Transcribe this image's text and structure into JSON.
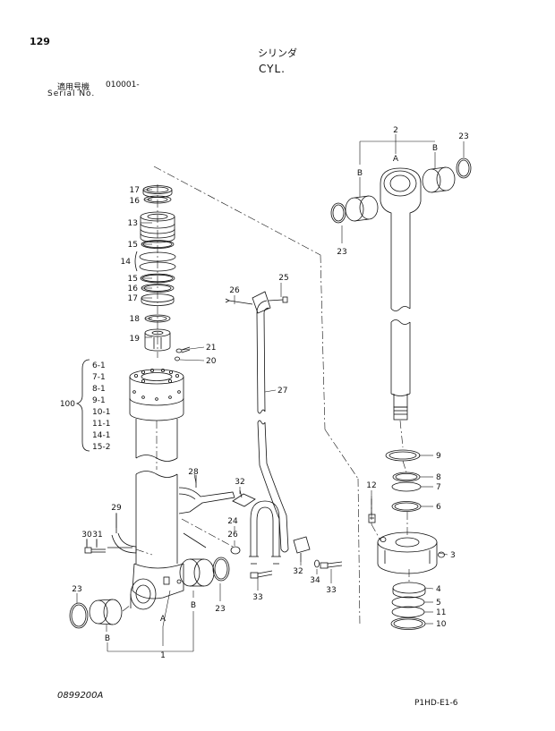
{
  "header": {
    "page_number": "129",
    "title_jp": "シリンダ",
    "title_en": "CYL.",
    "serial_label_jp": "適用号機",
    "serial_range": "010001-",
    "serial_label_en": "Serial No."
  },
  "footer": {
    "drawing_id": "0899200A",
    "page_code": "P1HD-E1-6"
  },
  "callouts": {
    "c1": "1",
    "c2": "2",
    "c3": "3",
    "c4": "4",
    "c5": "5",
    "c6": "6",
    "c7": "7",
    "c8": "8",
    "c9": "9",
    "c10": "10",
    "c11": "11",
    "c12": "12",
    "c13": "13",
    "c14": "14",
    "c15a": "15",
    "c15b": "15",
    "c16a": "16",
    "c16b": "16",
    "c17a": "17",
    "c17b": "17",
    "c18": "18",
    "c19": "19",
    "c20": "20",
    "c21": "21",
    "c23a": "23",
    "c23b": "23",
    "c23c": "23",
    "c23d": "23",
    "c24": "24",
    "c25": "25",
    "c26a": "26",
    "c26b": "26",
    "c27": "27",
    "c28": "28",
    "c29": "29",
    "c30": "30",
    "c31": "31",
    "c32a": "32",
    "c32b": "32",
    "c33a": "33",
    "c33b": "33",
    "c34": "34",
    "c100": "100",
    "A1": "A",
    "A2": "A",
    "B1": "B",
    "B2": "B",
    "B3": "B",
    "B4": "B"
  },
  "kit_list": [
    "6-1",
    "7-1",
    "8-1",
    "9-1",
    "10-1",
    "11-1",
    "14-1",
    "15-2"
  ]
}
